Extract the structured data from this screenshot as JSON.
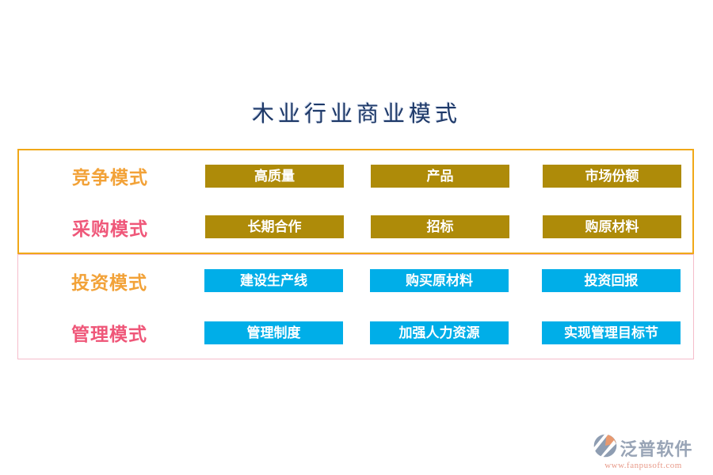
{
  "page": {
    "title": "木业行业商业模式"
  },
  "colors": {
    "title_text": "#1E3968",
    "gold_section_border": "#F0A818",
    "pink_section_border": "#F5BDCB",
    "gold_button_bg": "#AE8B09",
    "cyan_button_bg": "#00AEE8",
    "orange_label_text": "#F2A238",
    "pink_label_text": "#EF5779",
    "button_text": "#FFFFFF",
    "logo_gray": "#8E9DB2",
    "logo_salmon": "#E8996F",
    "logo_url_text": "#E89A89"
  },
  "sections": [
    {
      "style": "gold-border",
      "rows": [
        {
          "label": "竞争模式",
          "label_color": "#F2A238",
          "buttons": [
            "高质量",
            "产品",
            "市场份额"
          ]
        },
        {
          "label": "采购模式",
          "label_color": "#EF5779",
          "buttons": [
            "长期合作",
            "招标",
            "购原材料"
          ]
        }
      ]
    },
    {
      "style": "pink-border",
      "rows": [
        {
          "label": "投资模式",
          "label_color": "#F2A238",
          "buttons": [
            "建设生产线",
            "购买原材料",
            "投资回报"
          ]
        },
        {
          "label": "管理模式",
          "label_color": "#EF5779",
          "buttons": [
            "管理制度",
            "加强人力资源",
            "实现管理目标节"
          ]
        }
      ]
    }
  ],
  "logo": {
    "name": "泛普软件",
    "url": "www.fanpusoft.com",
    "icon": "fanpu-swirl-icon"
  }
}
